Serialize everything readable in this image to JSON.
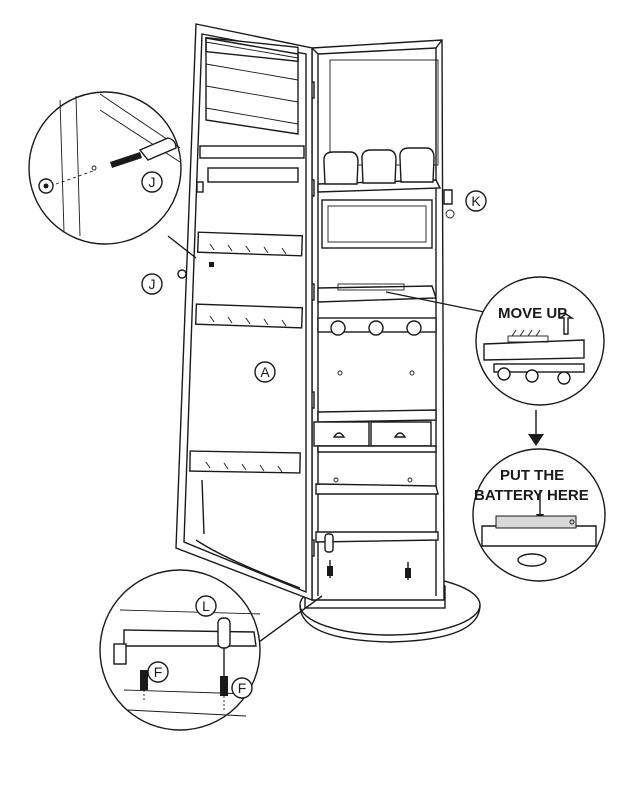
{
  "callouts": {
    "move_up": "MOVE UP",
    "battery_line1": "PUT THE",
    "battery_line2": "BATTERY HERE"
  },
  "part_letters": {
    "a": "A",
    "f_left": "F",
    "f_right": "F",
    "j_detail": "J",
    "j_main": "J",
    "k": "K",
    "l": "L"
  },
  "colors": {
    "line": "#1a1a1a",
    "background": "#ffffff",
    "shade": "#d8d8d8"
  }
}
